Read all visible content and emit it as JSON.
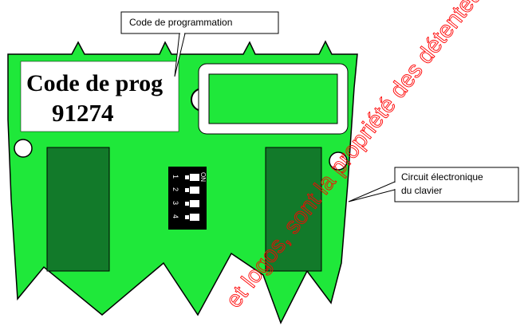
{
  "callouts": {
    "programming_code": "Code de programmation",
    "circuit_line1": "Circuit électronique",
    "circuit_line2": "du clavier"
  },
  "label_card": {
    "title": "Code de prog",
    "code": "91274"
  },
  "dip_switch": {
    "on_label": "ON",
    "positions": [
      "1",
      "2",
      "3",
      "4"
    ]
  },
  "watermark": {
    "text": "et logos, sont la propriété des détenteurs"
  },
  "colors": {
    "board": "#1fe83a",
    "chip": "#127a2a",
    "watermark": "#ff0000",
    "switch_body": "#000000"
  }
}
